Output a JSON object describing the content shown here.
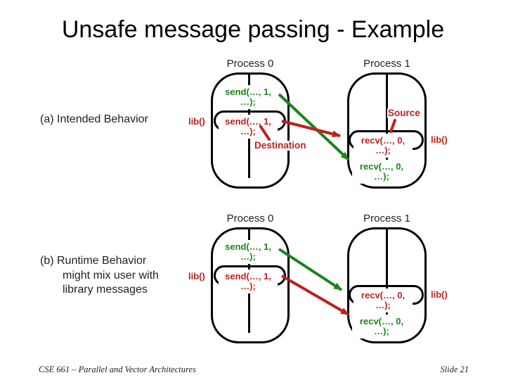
{
  "title": "Unsafe message passing - Example",
  "headers": {
    "process0": "Process 0",
    "process1": "Process 1"
  },
  "calls": {
    "send": "send(…, 1, …);",
    "recv": "recv(…, 0, …);",
    "lib": "lib()"
  },
  "annotations": {
    "source": "Source",
    "destination": "Destination"
  },
  "sections": {
    "a": {
      "caption": [
        "(a) Intended Behavior"
      ],
      "arrows": [
        {
          "name": "user-message",
          "color": "#1a851a",
          "from": "send(…, 1, …); user call P0",
          "to": "recv(…, 0, …); user call P1"
        },
        {
          "name": "library-message",
          "color": "#c02020",
          "from": "send(…, 1, …); lib() call P0",
          "to": "recv(…, 0, …); lib() call P1"
        }
      ]
    },
    "b": {
      "caption": [
        "(b) Runtime Behavior",
        "might mix user with",
        "library messages"
      ],
      "arrows": [
        {
          "name": "user-message",
          "color": "#1a851a",
          "from": "send(…, 1, …); user call P0",
          "to": "recv(…, 0, …); lib() call P1"
        },
        {
          "name": "library-message",
          "color": "#c02020",
          "from": "send(…, 1, …); lib() call P0",
          "to": "recv(…, 0, …); user call P1"
        }
      ]
    }
  },
  "footer": {
    "left": "CSE 661 – Parallel and Vector Architectures",
    "right": "Slide 21"
  },
  "colors": {
    "user_message_green": "#1a851a",
    "library_message_red": "#c02020",
    "outline_black": "#000000"
  }
}
